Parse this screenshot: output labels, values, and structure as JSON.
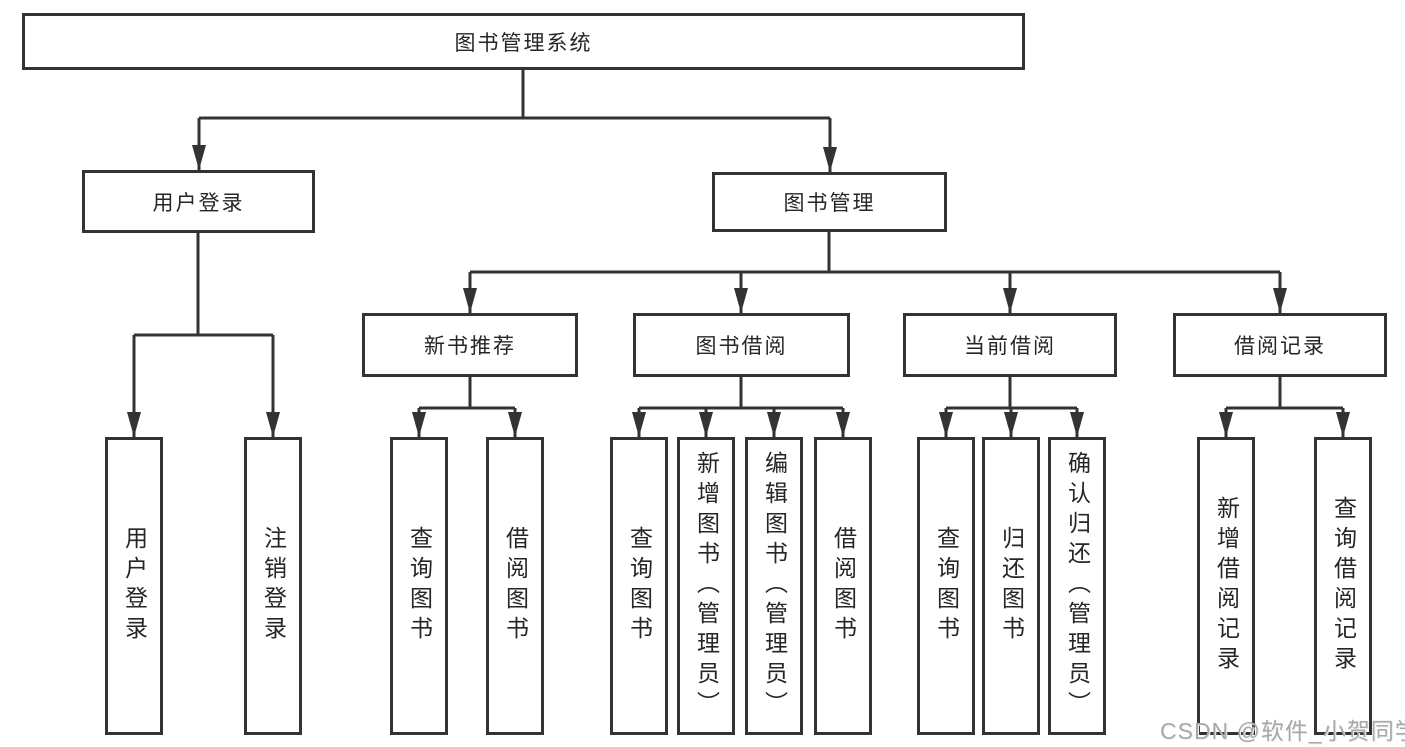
{
  "colors": {
    "line": "#333333",
    "box_border": "#333333",
    "text": "#262626",
    "watermark": "#a8a8a8",
    "background": "#ffffff"
  },
  "watermark": {
    "text": "CSDN @软件_小贺同学"
  },
  "tree": {
    "root": {
      "label": "图书管理系统"
    },
    "branches": [
      {
        "label": "用户登录",
        "children": [
          {
            "label": "用户登录"
          },
          {
            "label": "注销登录"
          }
        ]
      },
      {
        "label": "图书管理",
        "children": [
          {
            "label": "新书推荐",
            "children": [
              {
                "label": "查询图书"
              },
              {
                "label": "借阅图书"
              }
            ]
          },
          {
            "label": "图书借阅",
            "children": [
              {
                "label": "查询图书"
              },
              {
                "label": "新增图书（管理员）"
              },
              {
                "label": "编辑图书（管理员）"
              },
              {
                "label": "借阅图书"
              }
            ]
          },
          {
            "label": "当前借阅",
            "children": [
              {
                "label": "查询图书"
              },
              {
                "label": "归还图书"
              },
              {
                "label": "确认归还（管理员）"
              }
            ]
          },
          {
            "label": "借阅记录",
            "children": [
              {
                "label": "新增借阅记录"
              },
              {
                "label": "查询借阅记录"
              }
            ]
          }
        ]
      }
    ]
  }
}
